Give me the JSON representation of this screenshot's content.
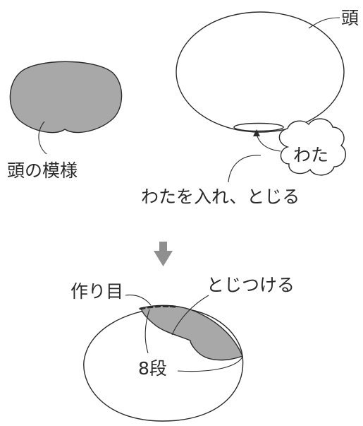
{
  "labels": {
    "head": "頭",
    "head_pattern": "頭の模様",
    "stuffing": "わた",
    "stuff_and_close": "わたを入れ、とじる",
    "sew_on": "とじつける",
    "cast_on": "作り目",
    "rows": "8段"
  },
  "colors": {
    "pattern_fill": "#a8a8a8",
    "line": "#2a2a2a",
    "arrow": "#8f8f8f",
    "background": "#ffffff"
  },
  "icons": {
    "down_arrow": "down-arrow-icon"
  }
}
